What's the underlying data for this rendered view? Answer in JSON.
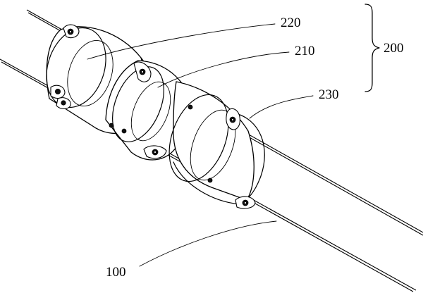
{
  "labels": {
    "l220": "220",
    "l210": "210",
    "l200": "200",
    "l230": "230",
    "l100": "100"
  }
}
